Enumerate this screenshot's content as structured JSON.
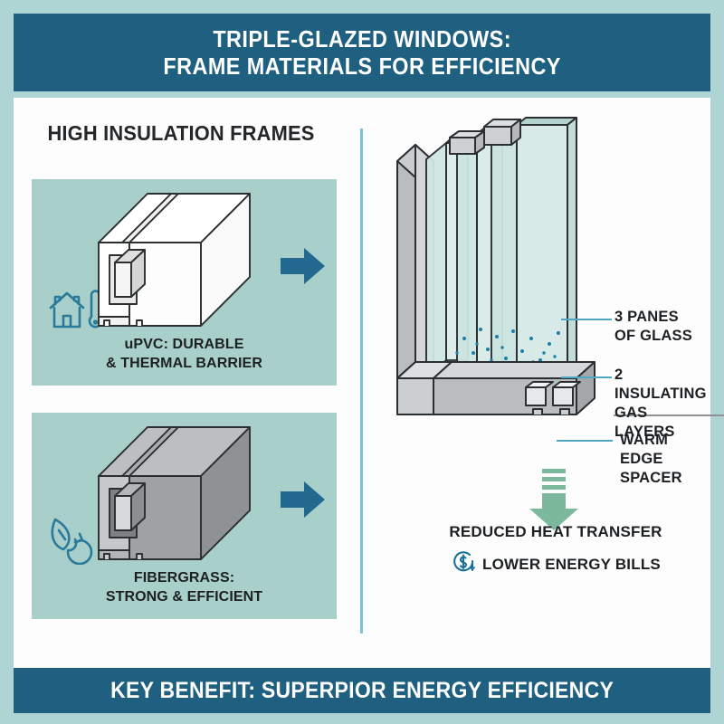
{
  "colors": {
    "page_border": "#aed4d3",
    "band": "#1f5f80",
    "band_text": "#ffffff",
    "panel_bg": "#a8cfc9",
    "arrow_blue": "#23688f",
    "arrow_green": "#7bb89c",
    "icon_blue": "#2a7a9b",
    "divider_blue": "#7cc0da",
    "glass_tint": "#cfe6e2",
    "frame_gray": "#9a9d9f",
    "frame_white": "#ffffff",
    "outline": "#2b2f31",
    "rule_gray": "#8e9294",
    "text_dark": "#1d2023"
  },
  "header": {
    "line1": "TRIPLE-GLAZED WINDOWS:",
    "line2": "FRAME MATERIALS FOR EFFICIENCY"
  },
  "footer": {
    "text": "KEY BENEFIT: SUPERPIOR ENERGY EFFICIENCY"
  },
  "left_column": {
    "title": "HIGH INSULATION FRAMES",
    "panels": [
      {
        "material": "uPVC",
        "caption_line1": "uPVC: DURABLE",
        "caption_line2": "& THERMAL BARRIER",
        "icon": "house-thermometer-icon",
        "arrow": "arrow-right-icon",
        "profile_fill": "#ffffff"
      },
      {
        "material": "Fiberglass",
        "caption_line1": "FIBERGRASS:",
        "caption_line2": "STRONG & EFFICIENT",
        "icon": "leaf-recycle-icon",
        "arrow": "arrow-right-icon",
        "profile_fill": "#9a9d9f"
      }
    ]
  },
  "right_column": {
    "diagram_name": "triple-glazed-window-cutaway",
    "callouts": [
      {
        "line1": "3 PANES",
        "line2": "OF GLASS"
      },
      {
        "line1": "2 INSULATING",
        "line2": "GAS LAYERS"
      },
      {
        "line1": "WARM EDGE",
        "line2": "SPACER"
      }
    ],
    "outcome": {
      "arrow": "arrow-down-icon",
      "line1": "REDUCED HEAT TRANSFER",
      "icon": "dollar-down-icon",
      "line2": "LOWER ENERGY BILLS"
    }
  }
}
